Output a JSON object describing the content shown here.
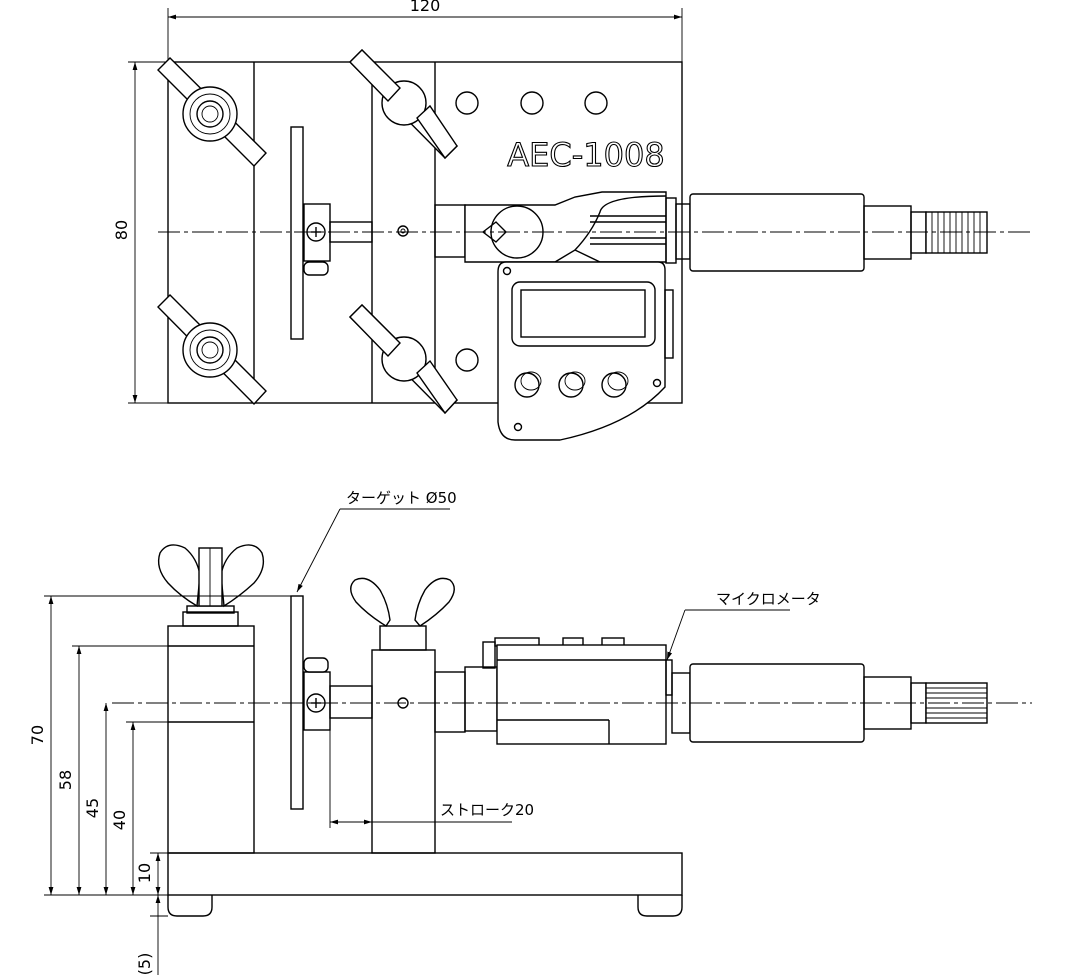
{
  "model_label": "AEC-1008",
  "top_view": {
    "width_dim": "120",
    "height_dim": "80"
  },
  "side_view": {
    "target_label": "ターゲット Ø50",
    "micrometer_label": "マイクロメータ",
    "stroke_label": "ストローク20",
    "dims": {
      "overall": "70",
      "top_block": "58",
      "axis": "45",
      "lower": "40",
      "base": "10",
      "foot": "(5)"
    }
  }
}
